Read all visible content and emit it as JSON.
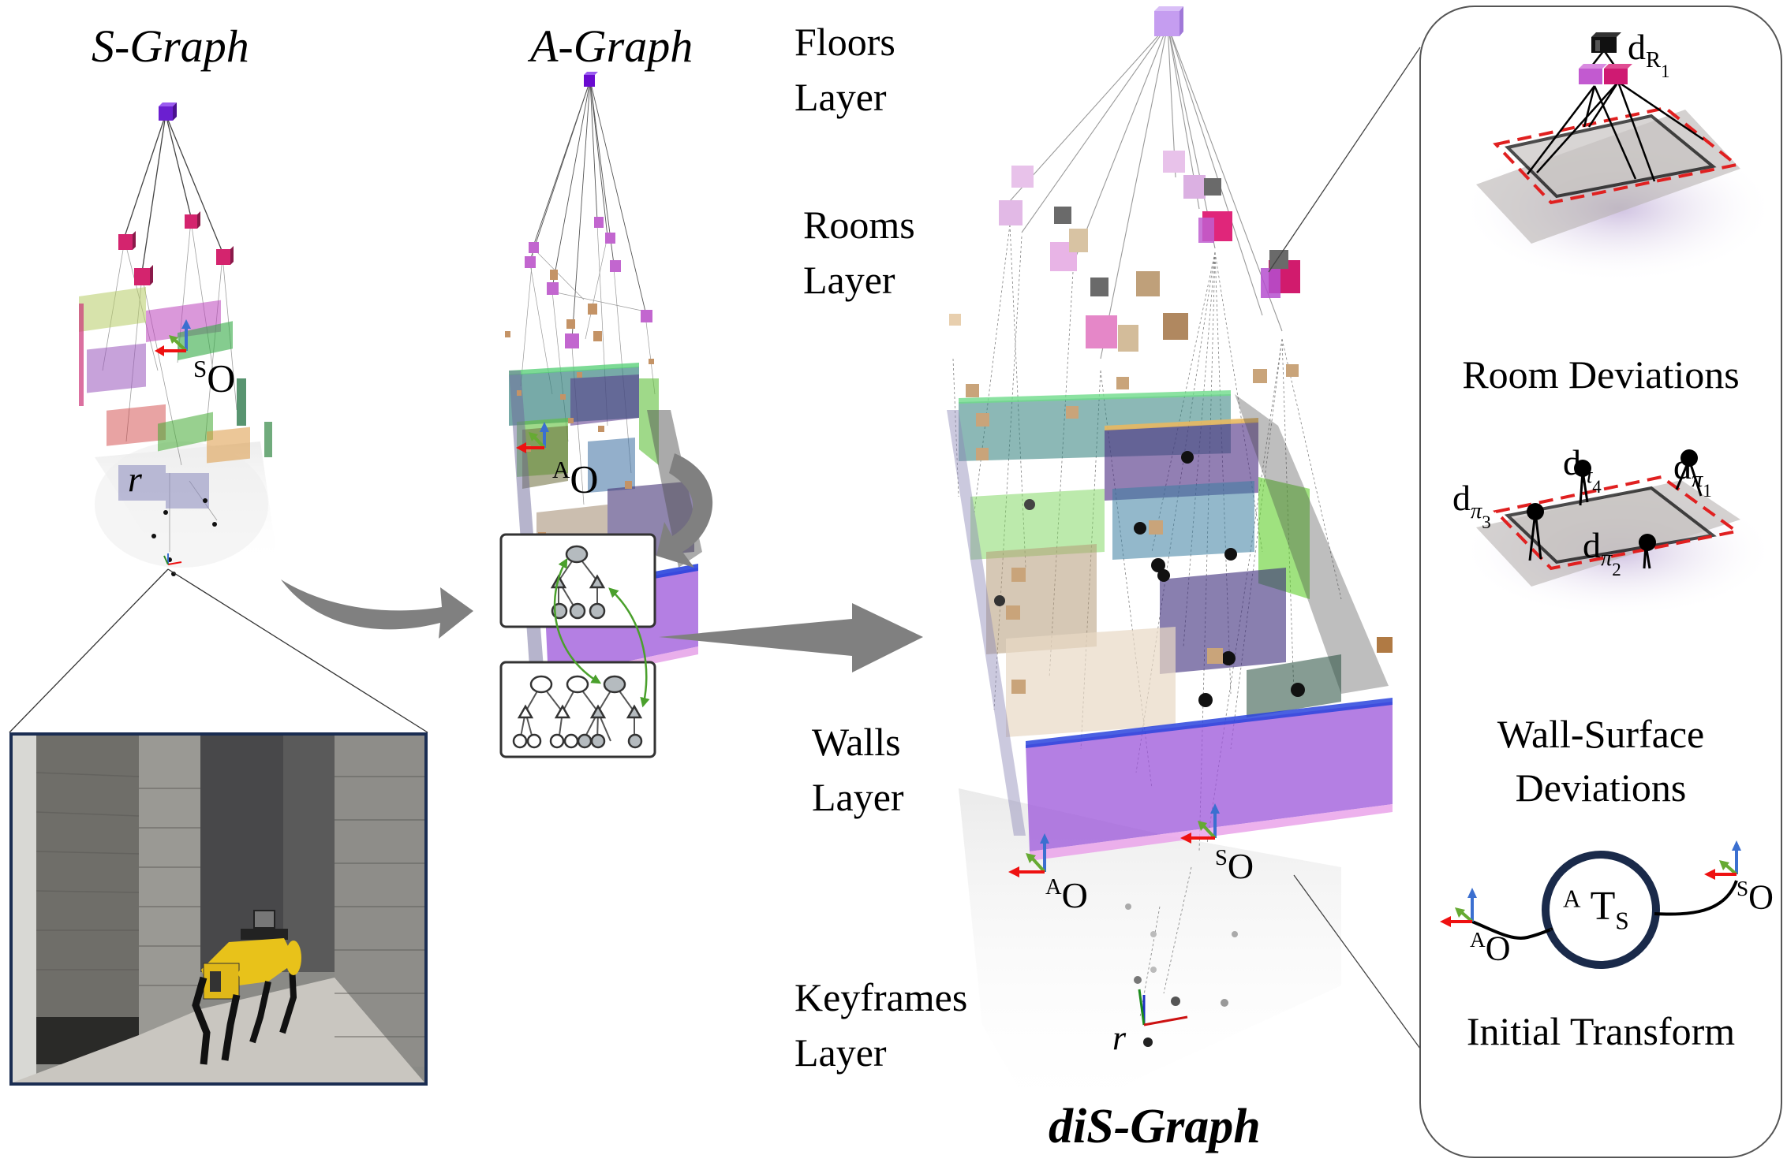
{
  "figure": {
    "left_column": {
      "title": "S-Graph",
      "origin_label": {
        "sup": "S",
        "base": "O"
      },
      "robot_label": "r",
      "photo_description": "Quadruped robot with LiDAR in a concrete-block corridor"
    },
    "middle_column": {
      "title": "A-Graph",
      "origin_label": {
        "sup": "A",
        "base": "O"
      }
    },
    "layers": [
      {
        "line1": "Floors",
        "line2": "Layer"
      },
      {
        "line1": "Rooms",
        "line2": "Layer"
      },
      {
        "line1": "Walls",
        "line2": "Layer"
      },
      {
        "line1": "Keyframes",
        "line2": "Layer"
      }
    ],
    "main_graph": {
      "title": "diS-Graph",
      "origin_a": {
        "sup": "A",
        "base": "O"
      },
      "origin_s": {
        "sup": "S",
        "base": "O"
      },
      "robot_label": "r"
    },
    "right_panel": {
      "room_deviation": {
        "label_base": "d",
        "label_sub": "R",
        "label_subsub": "1",
        "caption": "Room Deviations"
      },
      "wall_deviation": {
        "labels": [
          {
            "base": "d",
            "sub": "π",
            "subsub": "3"
          },
          {
            "base": "d",
            "sub": "π",
            "subsub": "4"
          },
          {
            "base": "d",
            "sub": "π",
            "subsub": "1"
          },
          {
            "base": "d",
            "sub": "π",
            "subsub": "2"
          }
        ],
        "caption_line1": "Wall-Surface",
        "caption_line2": "Deviations"
      },
      "initial_transform": {
        "circle_sup": "A",
        "circle_base": "T",
        "circle_sub": "S",
        "origin_a": {
          "sup": "A",
          "base": "O"
        },
        "origin_s": {
          "sup": "S",
          "base": "O"
        },
        "caption": "Initial Transform"
      }
    },
    "colors": {
      "floor_node": "#7a1fd6",
      "room_node": "#cc2277",
      "room_node_light": "#d58bd8",
      "wall_node": "#c89b6a",
      "deviation_node": "#222222",
      "arrow_gray": "#808080",
      "axis_red": "#ee1111",
      "axis_green": "#66aa33",
      "axis_blue": "#3b6fd0",
      "dashed_red": "#e02020",
      "transform_circle": "#1a2a4a",
      "link_green": "#4aa02c"
    }
  }
}
